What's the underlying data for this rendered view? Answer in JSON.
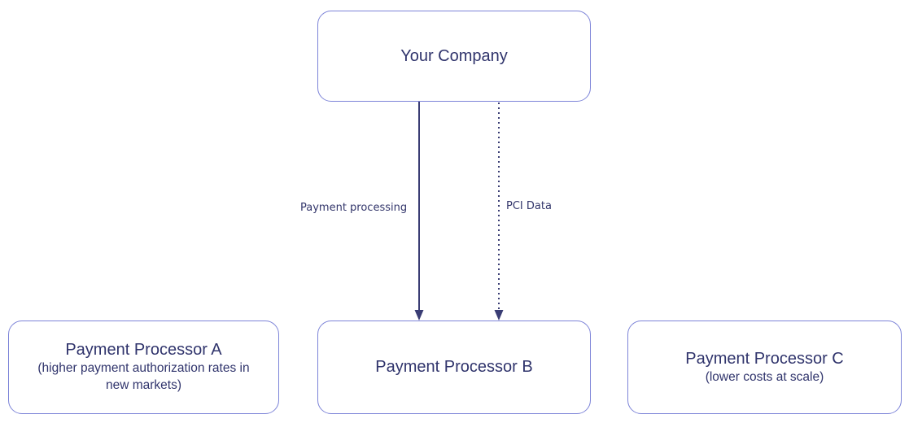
{
  "diagram": {
    "type": "flowchart",
    "background_color": "#ffffff",
    "node_border_color": "#7d84d8",
    "node_text_color": "#30346c",
    "edge_color": "#3a3d74",
    "nodes": {
      "your_company": {
        "label": "Your Company"
      },
      "processor_a": {
        "title": "Payment Processor A",
        "subtitle": "(higher payment authorization rates in new markets)"
      },
      "processor_b": {
        "title": "Payment Processor B"
      },
      "processor_c": {
        "title": "Payment Processor C",
        "subtitle": "(lower costs at scale)"
      }
    },
    "edges": [
      {
        "label": "Payment processing",
        "style": "solid",
        "from": "your_company",
        "to": "processor_b"
      },
      {
        "label": "PCI Data",
        "style": "dotted",
        "from": "your_company",
        "to": "processor_b"
      }
    ]
  }
}
